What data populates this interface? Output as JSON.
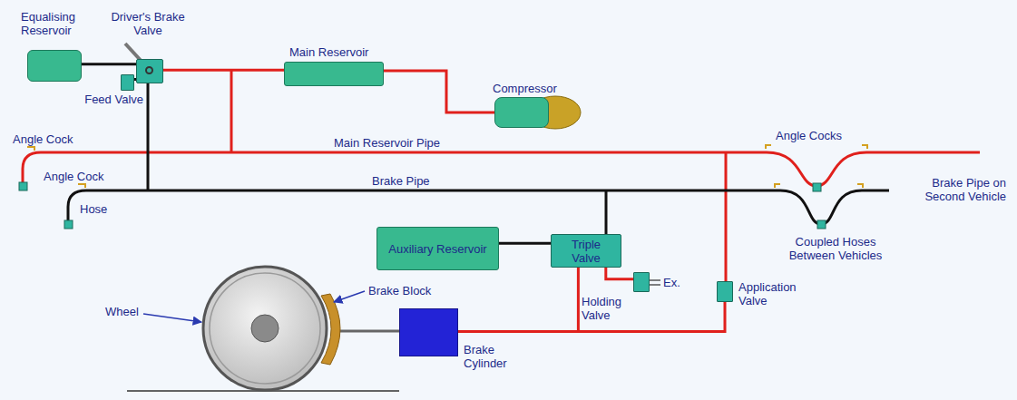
{
  "diagram": {
    "nodes": [
      {
        "text": [
          "Equalising Reservoir"
        ]
      },
      {
        "text": [
          "Driver's Brake Valve"
        ]
      },
      {
        "text": [
          "Feed Valve"
        ]
      },
      {
        "text": [
          "Main Reservoir"
        ]
      },
      {
        "text": [
          "Compressor"
        ]
      },
      {
        "text": [
          "Auxiliary Reservoir"
        ]
      },
      {
        "text": [
          "Triple Valve"
        ]
      },
      {
        "text": [
          "Holding Valve"
        ]
      },
      {
        "text": [
          "Application Valve"
        ]
      },
      {
        "text": [
          "Brake Cylinder"
        ]
      }
    ],
    "edges": [
      {
        "from": 0,
        "to": 1,
        "arrow": "none"
      },
      {
        "from": 2,
        "to": 1,
        "arrow": "none"
      },
      {
        "from": 1,
        "to": 3,
        "arrow": "none"
      },
      {
        "from": 3,
        "to": 4,
        "arrow": "none"
      },
      {
        "from": 5,
        "to": 6,
        "arrow": "none"
      },
      {
        "from": 6,
        "to": 7,
        "arrow": "none"
      },
      {
        "from": 6,
        "to": 9,
        "arrow": "none"
      },
      {
        "from": 8,
        "to": 9,
        "arrow": "none"
      }
    ],
    "labels": [
      "Angle Cock",
      "Angle Cock",
      "Hose",
      "Main Reservoir Pipe",
      "Brake Pipe",
      "Angle Cocks",
      "Brake Pipe on Second Vehicle",
      "Coupled Hoses Between Vehicles",
      "Brake Block",
      "Wheel",
      "Ex."
    ]
  }
}
